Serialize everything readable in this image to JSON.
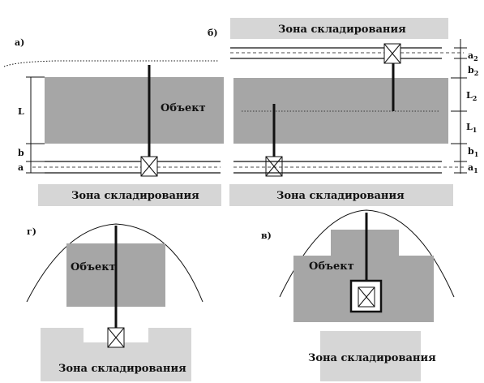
{
  "panels": {
    "a": {
      "label": "а)",
      "object": "Объект",
      "zone": "Зона складирования",
      "dims": [
        "L",
        "b",
        "a"
      ]
    },
    "b": {
      "label": "б)",
      "object": "",
      "zone_top": "Зона складирования",
      "zone_bottom": "Зона складирования",
      "dims": [
        "a2",
        "b2",
        "L2",
        "L1",
        "b1",
        "a1"
      ]
    },
    "g": {
      "label": "г)",
      "object": "Объект",
      "zone": "Зона складирования"
    },
    "v": {
      "label": "в)",
      "object": "Объект",
      "zone": "Зона складирования"
    }
  },
  "colors": {
    "object_fill": "#a6a6a6",
    "zone_fill": "#d6d6d6",
    "line": "#111111"
  }
}
